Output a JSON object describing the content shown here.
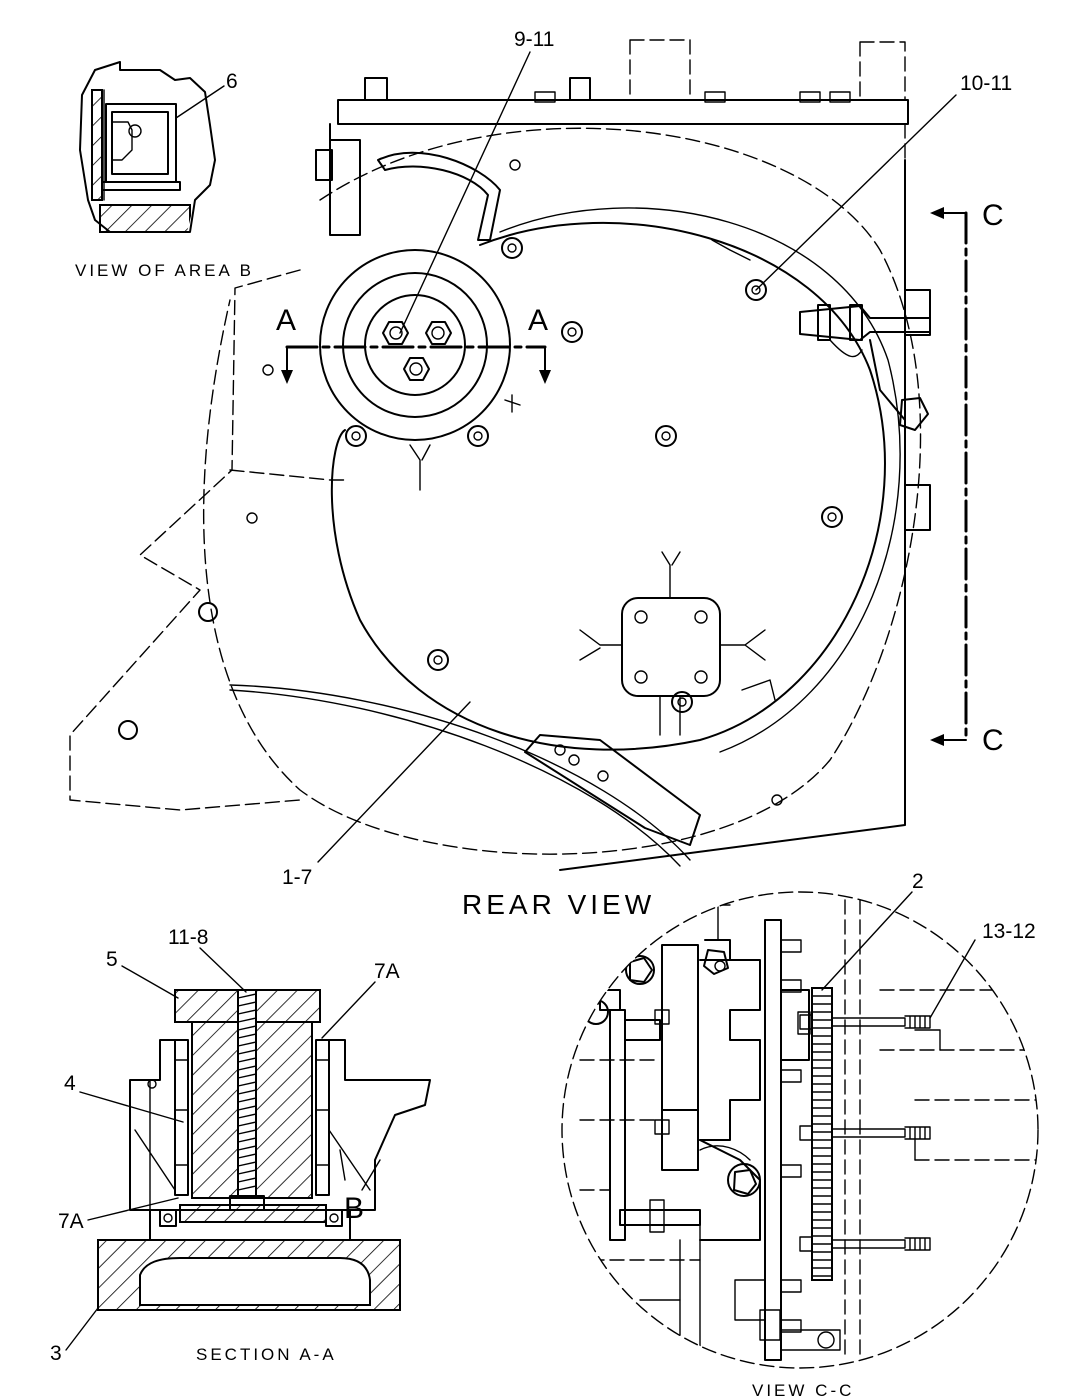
{
  "callouts": {
    "c_9_11": "9-11",
    "c_10_11": "10-11",
    "c_6": "6",
    "c_1_7": "1-7",
    "c_2": "2",
    "c_13_12": "13-12",
    "c_11_8": "11-8",
    "c_5": "5",
    "c_7a_top": "7A",
    "c_4": "4",
    "c_7a_bottom": "7A",
    "c_3": "3"
  },
  "section_marks": {
    "a_left": "A",
    "a_right": "A",
    "b_mark": "B",
    "c_top": "C",
    "c_bottom": "C"
  },
  "captions": {
    "view_area_b": "VIEW OF AREA B",
    "rear_view": "REAR VIEW",
    "section_a_a": "SECTION A-A",
    "view_c_c": "VIEW C-C"
  }
}
